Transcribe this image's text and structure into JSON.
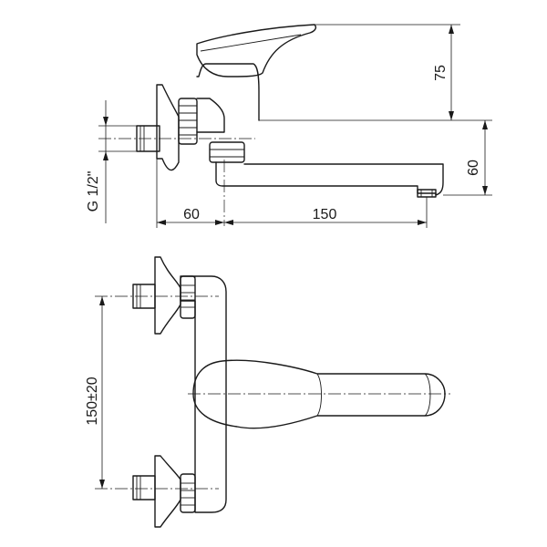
{
  "drawing": {
    "side_view": {
      "dims": {
        "height_top": "75",
        "spout_height": "60",
        "thread": "G 1/2\"",
        "inlet_depth": "60",
        "spout_reach": "150"
      }
    },
    "front_view": {
      "dims": {
        "inlet_spacing": "150±20"
      }
    }
  }
}
